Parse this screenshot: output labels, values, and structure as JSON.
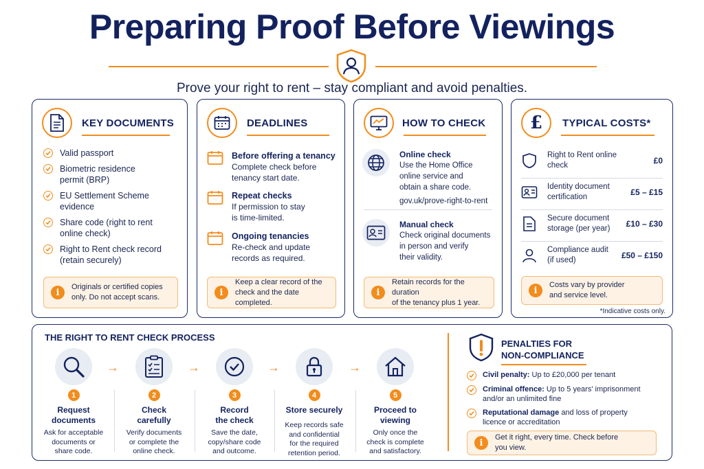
{
  "header": {
    "title": "Preparing Proof Before Viewings",
    "subtitle": "Prove your right to rent – stay compliant and avoid penalties."
  },
  "key_documents": {
    "title": "KEY DOCUMENTS",
    "items": [
      [
        "Valid passport"
      ],
      [
        "Biometric residence",
        "permit (BRP)"
      ],
      [
        "EU Settlement Scheme",
        "evidence"
      ],
      [
        "Share code (right to rent",
        "online check)"
      ],
      [
        "Right to Rent check record",
        "(retain securely)"
      ]
    ],
    "note": [
      "Originals or certified copies",
      "only. Do not accept scans."
    ]
  },
  "deadlines": {
    "title": "DEADLINES",
    "items": [
      {
        "title": "Before offering a tenancy",
        "desc": [
          "Complete check before",
          "tenancy start date."
        ]
      },
      {
        "title": "Repeat checks",
        "desc": [
          "If permission to stay",
          "is time-limited."
        ]
      },
      {
        "title": "Ongoing tenancies",
        "desc": [
          "Re-check and update",
          "records as required."
        ]
      }
    ],
    "note": [
      "Keep a clear record of the",
      "check and the date completed."
    ]
  },
  "how_to_check": {
    "title": "HOW TO CHECK",
    "online": {
      "title": "Online check",
      "desc": [
        "Use the Home Office",
        "online service and",
        "obtain a share code."
      ],
      "link": "gov.uk/prove-right-to-rent"
    },
    "manual": {
      "title": "Manual check",
      "desc": [
        "Check original documents",
        "in person and verify",
        "their validity."
      ]
    },
    "note": [
      "Retain records for the duration",
      "of the tenancy plus 1 year."
    ]
  },
  "typical_costs": {
    "title": "TYPICAL COSTS*",
    "rows": [
      {
        "label": [
          "Right to Rent online",
          "check"
        ],
        "value": "£0"
      },
      {
        "label": [
          "Identity document",
          "certification"
        ],
        "value": "£5 – £15"
      },
      {
        "label": [
          "Secure document",
          "storage (per year)"
        ],
        "value": "£10 – £30"
      },
      {
        "label": [
          "Compliance audit",
          "(if used)"
        ],
        "value": "£50 – £150"
      }
    ],
    "note": [
      "Costs vary by provider",
      "and service level."
    ],
    "footnote": "*Indicative costs only."
  },
  "process": {
    "title": "THE RIGHT TO RENT CHECK PROCESS",
    "steps": [
      {
        "num": "1",
        "title": [
          "Request",
          "documents"
        ],
        "desc": [
          "Ask for acceptable",
          "documents or",
          "share code."
        ]
      },
      {
        "num": "2",
        "title": [
          "Check",
          "carefully"
        ],
        "desc": [
          "Verify documents",
          "or complete the",
          "online check."
        ]
      },
      {
        "num": "3",
        "title": [
          "Record",
          "the check"
        ],
        "desc": [
          "Save the date,",
          "copy/share code",
          "and outcome."
        ]
      },
      {
        "num": "4",
        "title": [
          "Store securely"
        ],
        "desc": [
          "Keep records safe",
          "and confidential",
          "for the required",
          "retention period."
        ]
      },
      {
        "num": "5",
        "title": [
          "Proceed to",
          "viewing"
        ],
        "desc": [
          "Only once the",
          "check is complete",
          "and satisfactory."
        ]
      }
    ]
  },
  "penalties": {
    "title": [
      "PENALTIES FOR",
      "NON-COMPLIANCE"
    ],
    "items": [
      {
        "bold": "Civil penalty:",
        "rest": "Up to £20,000 per tenant",
        "line2": ""
      },
      {
        "bold": "Criminal offence:",
        "rest": "Up to 5 years' imprisonment",
        "line2": "and/or an unlimited fine"
      },
      {
        "bold": "Reputational damage",
        "rest": "and loss of property",
        "line2": "licence or accreditation"
      }
    ],
    "note": [
      "Get it right, every time. Check before",
      "you view."
    ]
  },
  "colors": {
    "navy": "#13225e",
    "orange": "#f28c1c",
    "note_bg": "#fdf2e4"
  }
}
